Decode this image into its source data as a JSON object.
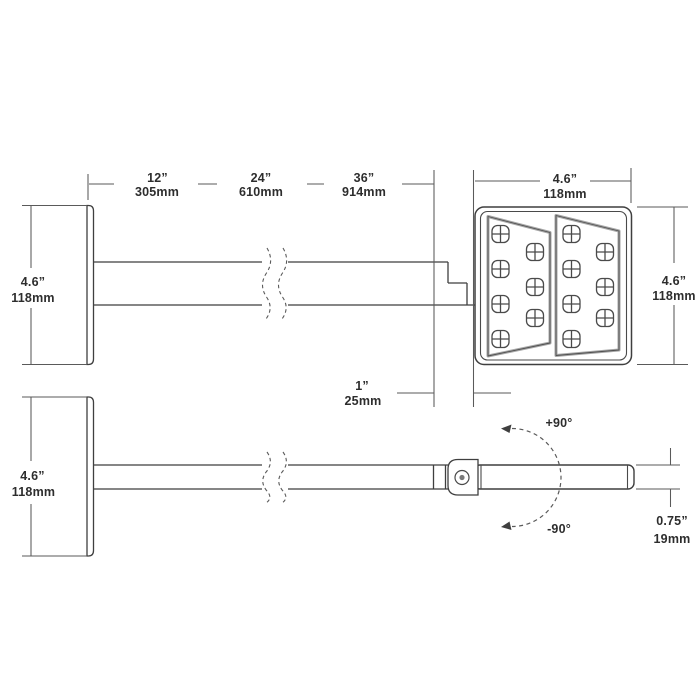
{
  "diagram_type": "product-dimension-drawing",
  "labels": {
    "arm_lengths": [
      {
        "inches": "12”",
        "mm": "305mm"
      },
      {
        "inches": "24”",
        "mm": "610mm"
      },
      {
        "inches": "36”",
        "mm": "914mm"
      }
    ],
    "head_width": {
      "inches": "4.6”",
      "mm": "118mm"
    },
    "head_height": {
      "inches": "4.6”",
      "mm": "118mm"
    },
    "plate_height_front_view": {
      "inches": "4.6”",
      "mm": "118mm"
    },
    "plate_height_top_view": {
      "inches": "4.6”",
      "mm": "118mm"
    },
    "arm_to_head_gap": {
      "inches": "1”",
      "mm": "25mm"
    },
    "head_thickness": {
      "inches": "0.75”",
      "mm": "19mm"
    },
    "rotation": {
      "up": "+90°",
      "down": "-90°"
    }
  },
  "colors": {
    "background": "#ffffff",
    "object_line": "#3f3f3f",
    "dimension_line": "#5a5a5a",
    "panel_edge_gray": "#a6a6a6",
    "text": "#2d2d2d"
  }
}
